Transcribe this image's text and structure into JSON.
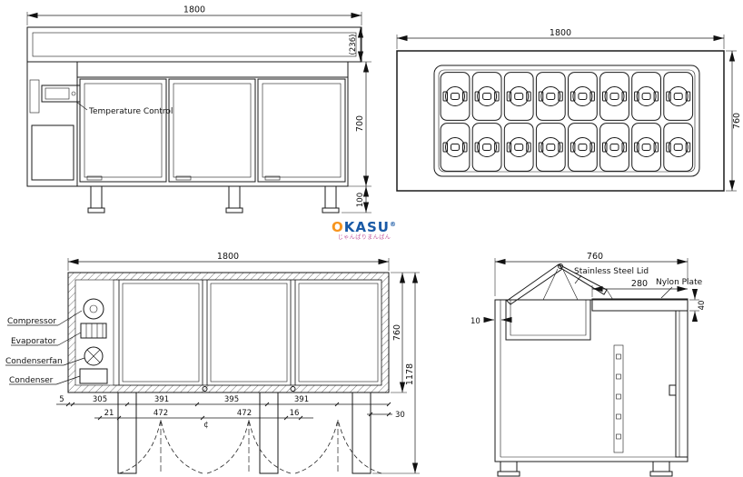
{
  "logo": {
    "o": "O",
    "rest": "KASU",
    "reg": "®",
    "tagline": "じゃんぱりまんぱん",
    "blue": "#1a5aa6",
    "orange": "#f7941d"
  },
  "front_view": {
    "dim_width": "1800",
    "dim_well_height": "(236)",
    "dim_body_height": "700",
    "dim_leg_height": "100",
    "temperature_control_label": "Temperature Control"
  },
  "top_view": {
    "dim_width": "1800",
    "dim_depth": "760",
    "pan_rows": 2,
    "pan_cols": 8
  },
  "section_view": {
    "dim_width": "1800",
    "dim_body_height": "760",
    "dim_total_height": "1178",
    "component_labels": [
      "Compressor",
      "Evaporator",
      "Condenserfan",
      "Condenser"
    ],
    "dims_row1": [
      "5",
      "305",
      "391",
      "395",
      "391"
    ],
    "dims_row2": [
      "21",
      "472",
      "472",
      "16"
    ],
    "centerline_symbol": "¢",
    "dim_leg_width": "30"
  },
  "side_view": {
    "dim_depth": "760",
    "dim_plate_width": "280",
    "dim_plate_height": "40",
    "dim_back_gap": "10",
    "lid_label": "Stainless Steel Lid",
    "plate_label": "Nylon Plate"
  }
}
